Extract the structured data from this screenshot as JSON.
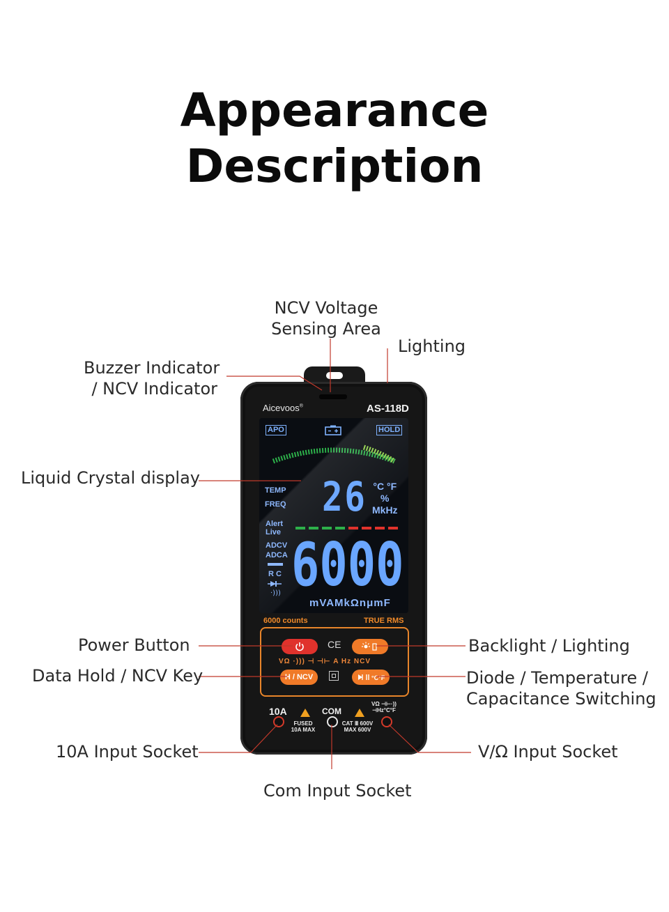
{
  "title": {
    "line1": "Appearance",
    "line2": "Description"
  },
  "device": {
    "brand": "Aicevoos",
    "brand_mark": "®",
    "model": "AS-118D",
    "lcd": {
      "apo": "APO",
      "hold": "HOLD",
      "left_labels": [
        "TEMP",
        "FREQ",
        "Alert",
        "Live",
        "ADCV",
        "ADCA",
        "R C"
      ],
      "small_reading": "26",
      "small_units": [
        "°C °F",
        "%",
        "MkHz"
      ],
      "big_reading": "6000",
      "big_units": "mVAMkΩnμmF"
    },
    "counts": "6000 counts",
    "true_rms": "TRUE RMS",
    "ce_mark": "CE",
    "mode_strip": "VΩ ·))) ⊣ ⊣⊢ A Hz NCV",
    "buttons": {
      "hold_ncv": "H / NCV"
    },
    "sockets": {
      "a10": "10A",
      "com": "COM",
      "fused": "FUSED",
      "fused_max": "10A MAX",
      "cat": "CAT Ⅲ 600V",
      "max": "MAX 600V",
      "vohm": "VΩ ⊣⊢·))",
      "hz": "⊣Hz°C°F"
    }
  },
  "callouts": {
    "ncv_area": [
      "NCV Voltage",
      "Sensing Area"
    ],
    "lighting": "Lighting",
    "buzzer": [
      "Buzzer Indicator",
      "/ NCV Indicator"
    ],
    "lcd": "Liquid Crystal display",
    "power": "Power Button",
    "data_hold": "Data Hold / NCV Key",
    "backlight": "Backlight / Lighting",
    "diode": [
      "Diode / Temperature /",
      "Capacitance Switching"
    ],
    "a10_socket": "10A Input Socket",
    "vohm_socket": "V/Ω Input Socket",
    "com_socket": "Com Input Socket"
  },
  "colors": {
    "accent_orange": "#f07a28",
    "power_red": "#e0322c",
    "lcd_blue": "#6aa6ff",
    "leader_red": "#c0392b"
  }
}
